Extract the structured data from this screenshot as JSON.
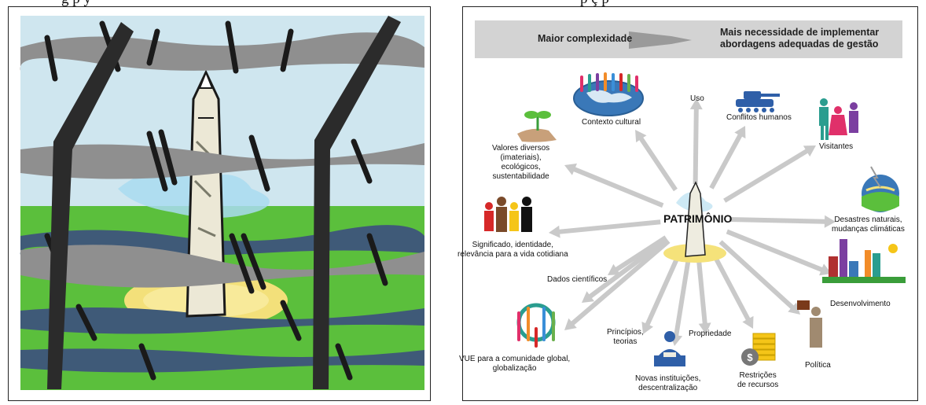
{
  "left": {
    "caption_fragment": "g       p       y"
  },
  "right": {
    "caption_fragment": "p    ç    p",
    "banner": {
      "left_text": "Maior complexidade",
      "right_text": "Mais necessidade de implementar\nabordagens adequadas de gestão"
    },
    "center": "PATRIMÔNIO",
    "factors": [
      {
        "id": "cultural-context",
        "label": "Contexto cultural",
        "icon": "globe-people-icon"
      },
      {
        "id": "use",
        "label": "Uso",
        "icon": "none"
      },
      {
        "id": "human-conflicts",
        "label": "Conflitos humanos",
        "icon": "tank-icon"
      },
      {
        "id": "visitors",
        "label": "Visitantes",
        "icon": "tourists-icon"
      },
      {
        "id": "values",
        "label": "Valores diversos\n(imateriais),\necológicos,\nsustentabilidade",
        "icon": "seedling-hand-icon"
      },
      {
        "id": "natural-disasters",
        "label": "Desastres naturais,\nmudanças climáticas",
        "icon": "landscape-storm-icon"
      },
      {
        "id": "meaning",
        "label": "Significado, identidade,\nrelevância para a vida cotidiana",
        "icon": "family-icon"
      },
      {
        "id": "development",
        "label": "Desenvolvimento",
        "icon": "city-icon"
      },
      {
        "id": "scientific-data",
        "label": "Dados científicos",
        "icon": "none"
      },
      {
        "id": "principles",
        "label": "Princípios,\nteorias",
        "icon": "none"
      },
      {
        "id": "property",
        "label": "Propriedade",
        "icon": "none"
      },
      {
        "id": "ouv",
        "label": "VUE para a comunidade global,\nglobalização",
        "icon": "people-circle-icon"
      },
      {
        "id": "new-institutions",
        "label": "Novas instituições,\ndescentralização",
        "icon": "person-desk-icon"
      },
      {
        "id": "resource-constraints",
        "label": "Restrições\nde recursos",
        "icon": "coins-icon"
      },
      {
        "id": "politics",
        "label": "Política",
        "icon": "politician-icon"
      }
    ]
  },
  "colors": {
    "sky": "#cfe6ef",
    "grass": "#5bbf3c",
    "dark_stripe": "#3f5a78",
    "light_stripe": "#8f8f8f",
    "post": "#2b2b2b",
    "banner": "#d3d3d3",
    "arrow": "#c9c9c9"
  }
}
